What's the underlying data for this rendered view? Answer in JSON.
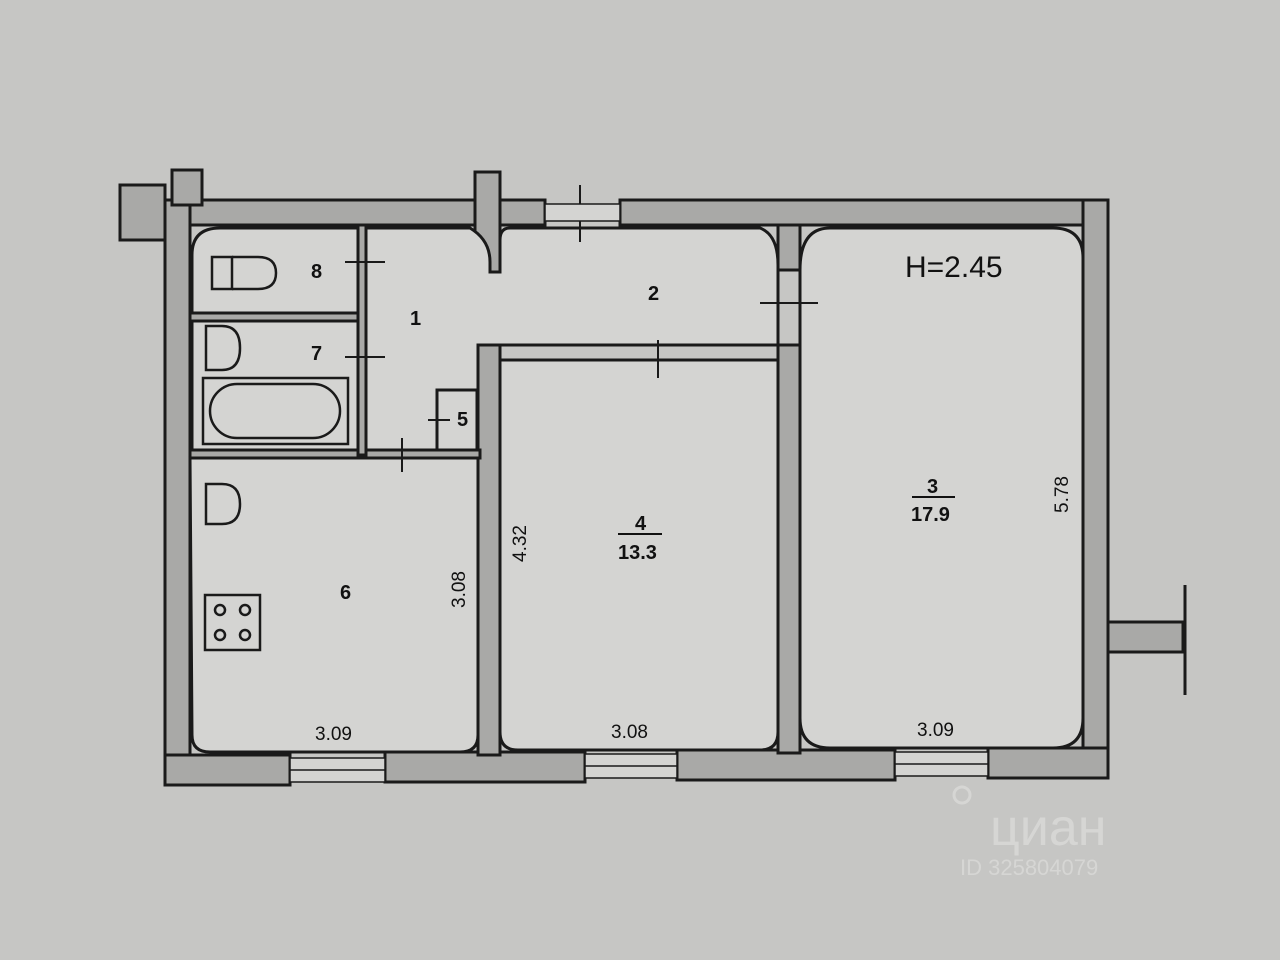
{
  "plan": {
    "height_label": "H=2.45",
    "rooms": {
      "r1": {
        "number": "1"
      },
      "r2": {
        "number": "2"
      },
      "r3": {
        "number": "3",
        "area": "17.9"
      },
      "r4": {
        "number": "4",
        "area": "13.3"
      },
      "r5": {
        "number": "5"
      },
      "r6": {
        "number": "6"
      },
      "r7": {
        "number": "7"
      },
      "r8": {
        "number": "8"
      }
    },
    "dimensions": {
      "r6_width": "3.09",
      "r6_length": "3.08",
      "r4_width": "3.08",
      "r4_length": "4.32",
      "r3_width": "3.09",
      "r3_length": "5.78"
    }
  },
  "watermark": {
    "brand": "циан",
    "id": "ID 325804079"
  }
}
